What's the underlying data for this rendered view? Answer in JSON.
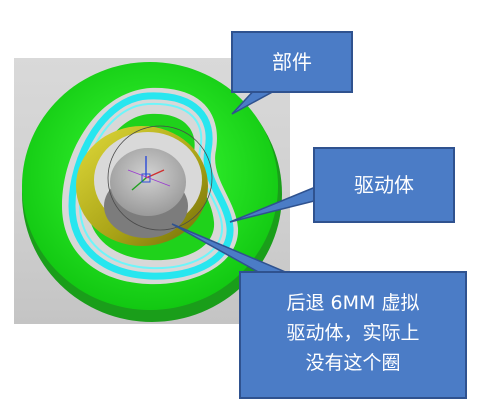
{
  "callouts": {
    "part": "部件",
    "drive_body": "驱动体",
    "note": [
      "后退 6MM 虚拟",
      "驱动体，实际上",
      "没有这个圈"
    ]
  },
  "colors": {
    "callout_fill": "#4b7cc6",
    "callout_border": "#2f528f",
    "part_green": "#22e01e",
    "cyan_band": "#27e6ef",
    "olive_wall": "#b9b31c",
    "gray_core": "#8a8a8a",
    "viewport_bg": "#d4d4d4"
  },
  "icons": [
    "triad-axis-icon"
  ]
}
